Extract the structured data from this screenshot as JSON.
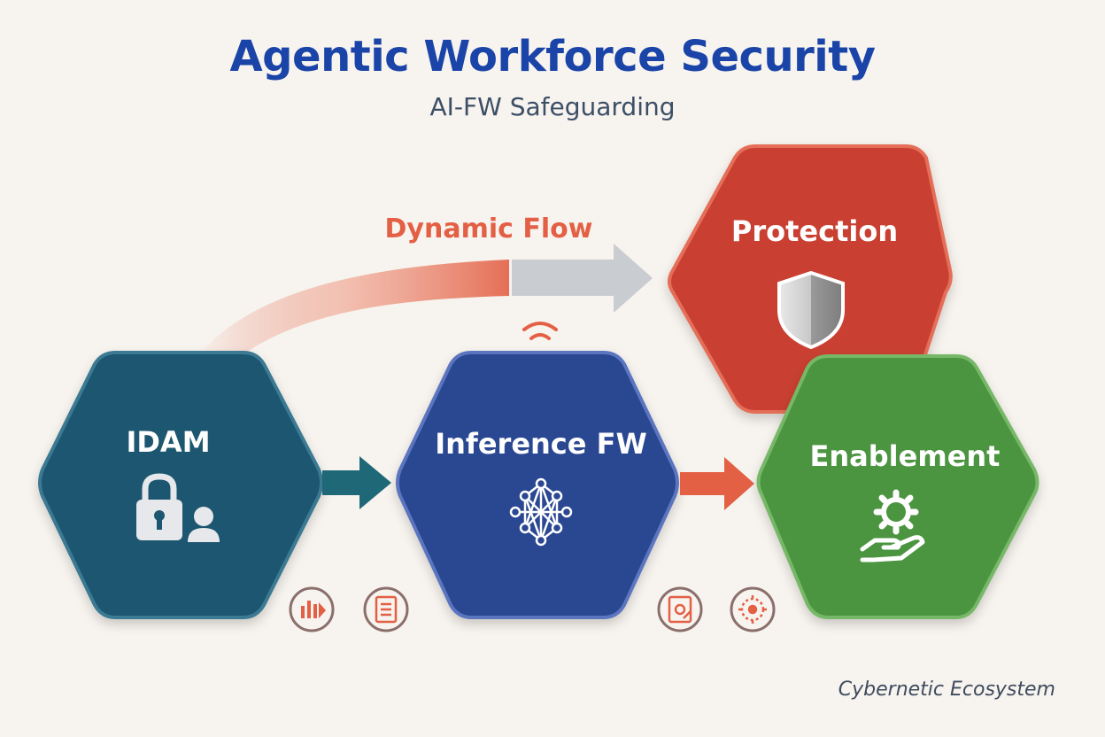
{
  "header": {
    "title": "Agentic Workforce Security",
    "subtitle": "AI-FW Safeguarding"
  },
  "flow": {
    "label": "Dynamic Flow"
  },
  "nodes": {
    "idam": {
      "label": "IDAM",
      "icons": [
        "lock-icon",
        "user-icon"
      ]
    },
    "inference": {
      "label": "Inference FW",
      "icons": [
        "network-star-icon",
        "wifi-signal-icon"
      ]
    },
    "protection": {
      "label": "Protection",
      "icons": [
        "shield-icon"
      ]
    },
    "enablement": {
      "label": "Enablement",
      "icons": [
        "gear-icon",
        "hand-icon"
      ]
    }
  },
  "badges": [
    "audio-bars-icon",
    "document-icon",
    "image-file-icon",
    "target-icon"
  ],
  "footer": {
    "text": "Cybernetic Ecosystem"
  },
  "colors": {
    "title": "#1a44a8",
    "subtitle": "#3c4f66",
    "idam": "#1d5670",
    "inference": "#2c4791",
    "protection": "#c94030",
    "enablement": "#4c9440",
    "accent_red": "#e36045",
    "arrow_teal": "#1f6878",
    "arrow_gray": "#c9ccd1",
    "footer": "#3e4b5e"
  }
}
